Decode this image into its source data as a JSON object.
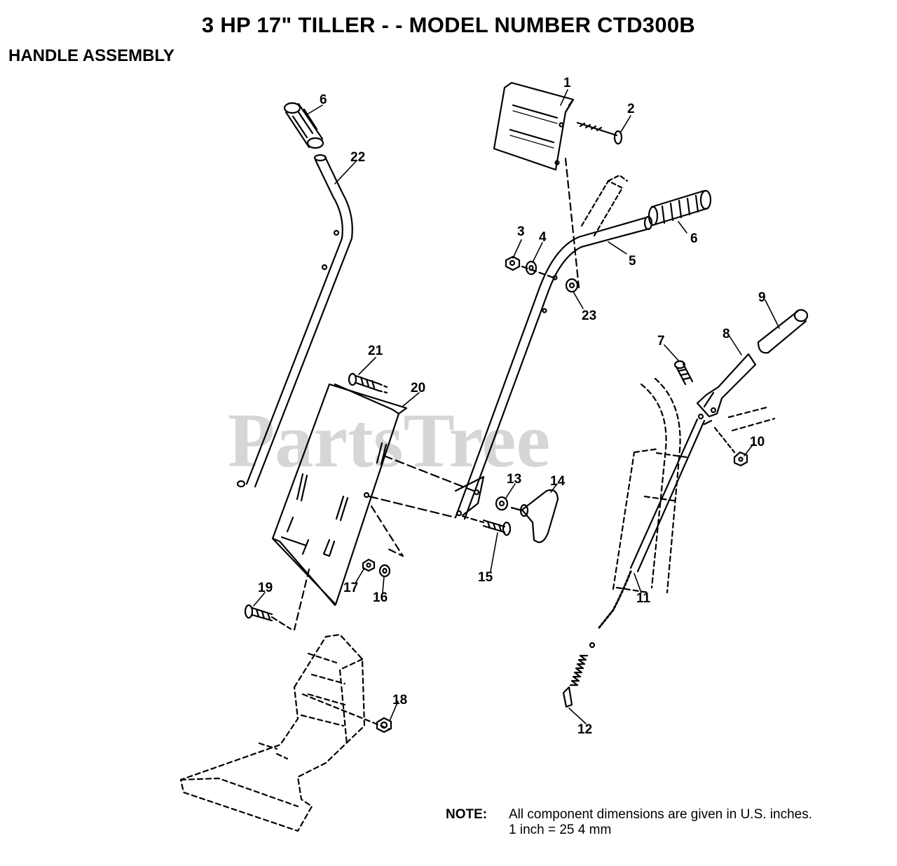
{
  "title": "3 HP 17\" TILLER - - MODEL NUMBER CTD300B",
  "subtitle": "HANDLE ASSEMBLY",
  "watermark": "PartsTree",
  "note": {
    "label": "NOTE:",
    "line1": "All component dimensions are given in U.S. inches.",
    "line2": "1 inch = 25 4 mm"
  },
  "parts": {
    "p1": "1",
    "p2": "2",
    "p3": "3",
    "p4": "4",
    "p5": "5",
    "p6a": "6",
    "p6b": "6",
    "p7": "7",
    "p8": "8",
    "p9": "9",
    "p10": "10",
    "p11": "11",
    "p12": "12",
    "p13": "13",
    "p14": "14",
    "p15": "15",
    "p16": "16",
    "p17": "17",
    "p18": "18",
    "p19": "19",
    "p20": "20",
    "p21": "21",
    "p22": "22",
    "p23": "23"
  }
}
